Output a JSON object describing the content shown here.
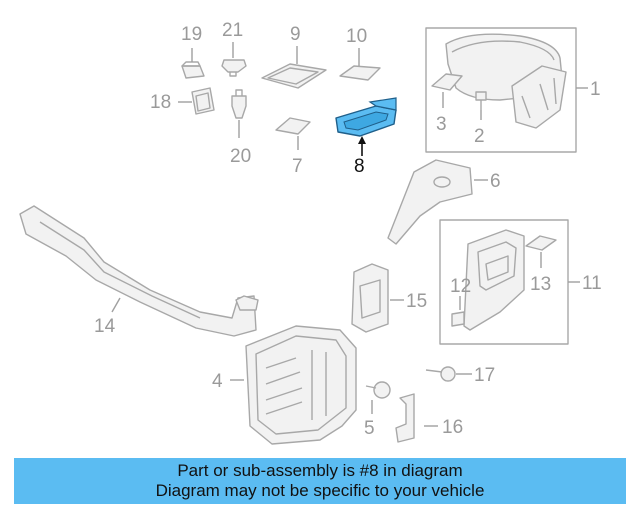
{
  "diagram": {
    "callouts": [
      "1",
      "2",
      "3",
      "4",
      "5",
      "6",
      "7",
      "8",
      "9",
      "10",
      "11",
      "12",
      "13",
      "14",
      "15",
      "16",
      "17",
      "18",
      "19",
      "20",
      "21"
    ],
    "highlighted_part": "8",
    "highlight_color": "#5bbcf2",
    "line_color": "#a8a8a8"
  },
  "caption": {
    "line1": "Part or sub-assembly is #8 in diagram",
    "line2": "Diagram may not be specific to your vehicle",
    "background": "#5bbcf2"
  }
}
